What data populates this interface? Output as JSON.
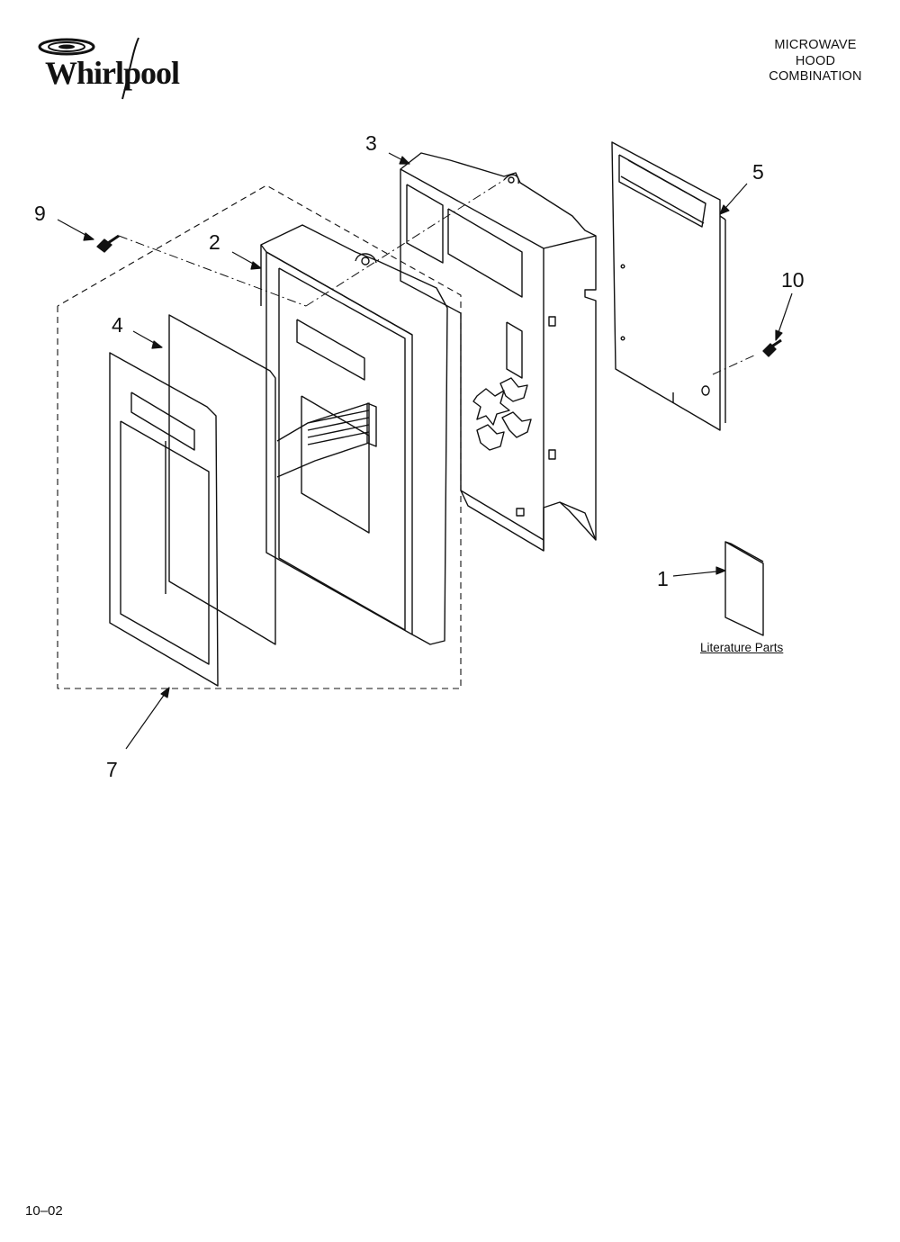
{
  "brand": {
    "name": "Whirlpool"
  },
  "header": {
    "title_lines": [
      "MICROWAVE",
      "HOOD",
      "COMBINATION"
    ]
  },
  "callouts": [
    "1",
    "2",
    "3",
    "4",
    "5",
    "7",
    "9",
    "10"
  ],
  "literature_label": "Literature Parts",
  "footer": {
    "code": "10–02"
  }
}
